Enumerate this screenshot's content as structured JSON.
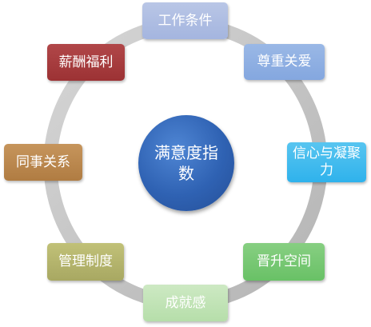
{
  "center": {
    "label": "满意度指数"
  },
  "nodes": {
    "top": "工作条件",
    "tr": "尊重关爱",
    "right": "信心与凝聚力",
    "br": "晋升空间",
    "bottom": "成就感",
    "bl": "管理制度",
    "left": "同事关系",
    "tl": "薪酬福利"
  },
  "colors": {
    "center": "#2f62b3",
    "ring": "#c4c4c4",
    "top": "#a4b5df",
    "tr": "#84a7df",
    "right": "#2fb2ec",
    "br": "#69c166",
    "bottom": "#b6deaa",
    "bl": "#a8a862",
    "left": "#b07c42",
    "tl": "#9c3234"
  }
}
